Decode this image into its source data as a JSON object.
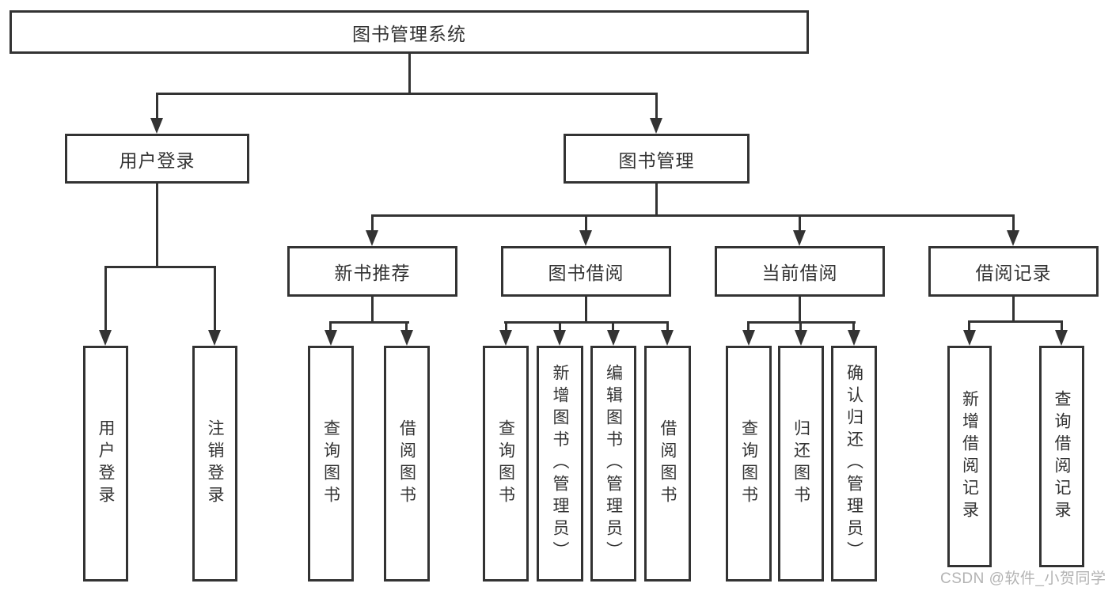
{
  "diagram": {
    "type": "hierarchy-tree",
    "nodes": {
      "root": {
        "label": "图书管理系统"
      },
      "level2": [
        {
          "label": "用户登录"
        },
        {
          "label": "图书管理"
        }
      ],
      "level3": [
        {
          "label": "新书推荐"
        },
        {
          "label": "图书借阅"
        },
        {
          "label": "当前借阅"
        },
        {
          "label": "借阅记录"
        }
      ],
      "leaves": [
        {
          "label": "用户登录",
          "parent": "用户登录"
        },
        {
          "label": "注销登录",
          "parent": "用户登录"
        },
        {
          "label": "查询图书",
          "parent": "新书推荐"
        },
        {
          "label": "借阅图书",
          "parent": "新书推荐"
        },
        {
          "label": "查询图书",
          "parent": "图书借阅"
        },
        {
          "label": "新增图书（管理员）",
          "parent": "图书借阅"
        },
        {
          "label": "编辑图书（管理员）",
          "parent": "图书借阅"
        },
        {
          "label": "借阅图书",
          "parent": "图书借阅"
        },
        {
          "label": "查询图书",
          "parent": "当前借阅"
        },
        {
          "label": "归还图书",
          "parent": "当前借阅"
        },
        {
          "label": "确认归还（管理员）",
          "parent": "当前借阅"
        },
        {
          "label": "新增借阅记录",
          "parent": "借阅记录"
        },
        {
          "label": "查询借阅记录",
          "parent": "借阅记录"
        }
      ]
    },
    "colors": {
      "line": "#333333",
      "border": "#333333",
      "text": "#333333",
      "background": "#ffffff",
      "watermark": "#b3b3b3"
    },
    "watermark": {
      "text": "CSDN @软件_小贺同学"
    }
  }
}
